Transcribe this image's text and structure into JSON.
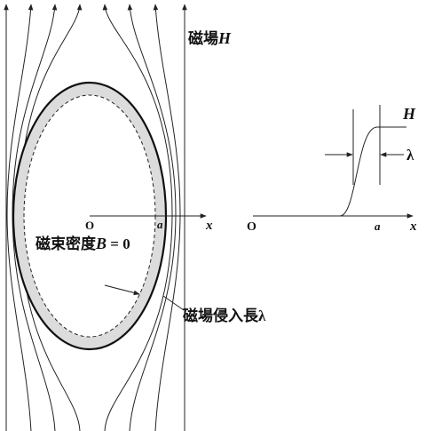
{
  "labels": {
    "field": {
      "prefix": "磁場",
      "symbol": "H"
    },
    "flux": {
      "prefix": "磁束密度",
      "symbol": "B",
      "suffix": " = 0"
    },
    "penetration": {
      "prefix": "磁場侵入長",
      "symbol": "λ"
    },
    "origin_left": "O",
    "a_left": "a",
    "x_left": "x",
    "origin_right": "O",
    "a_right": "a",
    "x_right": "x",
    "H_right": "H",
    "lambda_right": "λ"
  },
  "colors": {
    "line": "#222222",
    "penetration_layer": "#dcdcdc"
  }
}
